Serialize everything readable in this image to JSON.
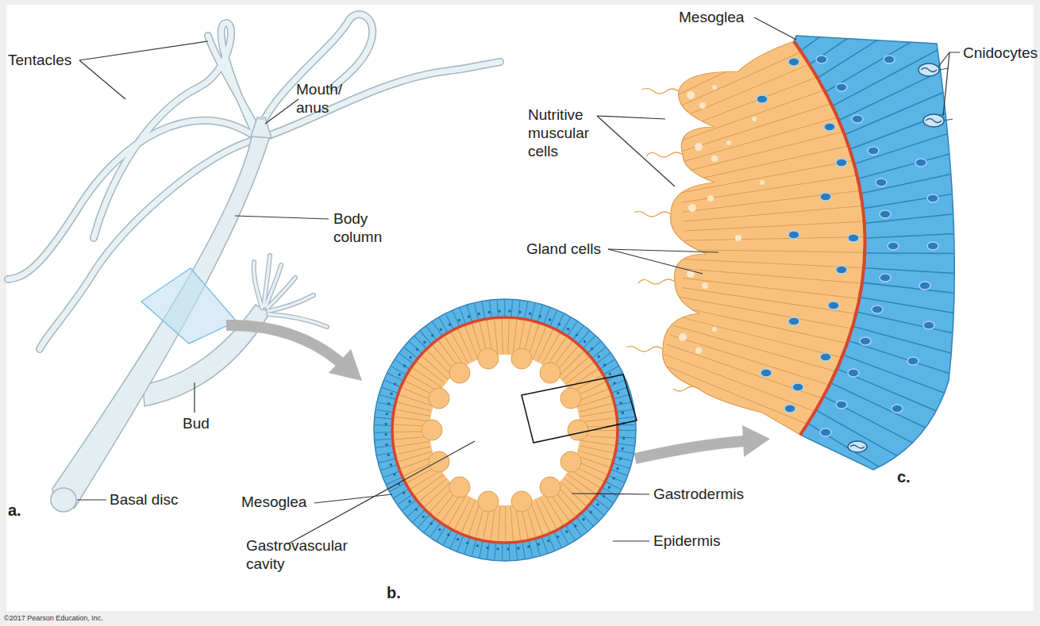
{
  "diagram": {
    "labels": [
      "Mesoglea",
      "Tentacles",
      "Mouth/ anus",
      "Cnidocytes",
      "Nutritive muscular cells",
      "Body column",
      "Gland cells",
      "Bud",
      "Basal disc",
      "a.",
      "Mesoglea",
      "Gastrodermis",
      "Gastrovascular cavity",
      "c.",
      "Epidermis",
      "b.",
      "©2017 Pearson Education, Inc."
    ]
  }
}
